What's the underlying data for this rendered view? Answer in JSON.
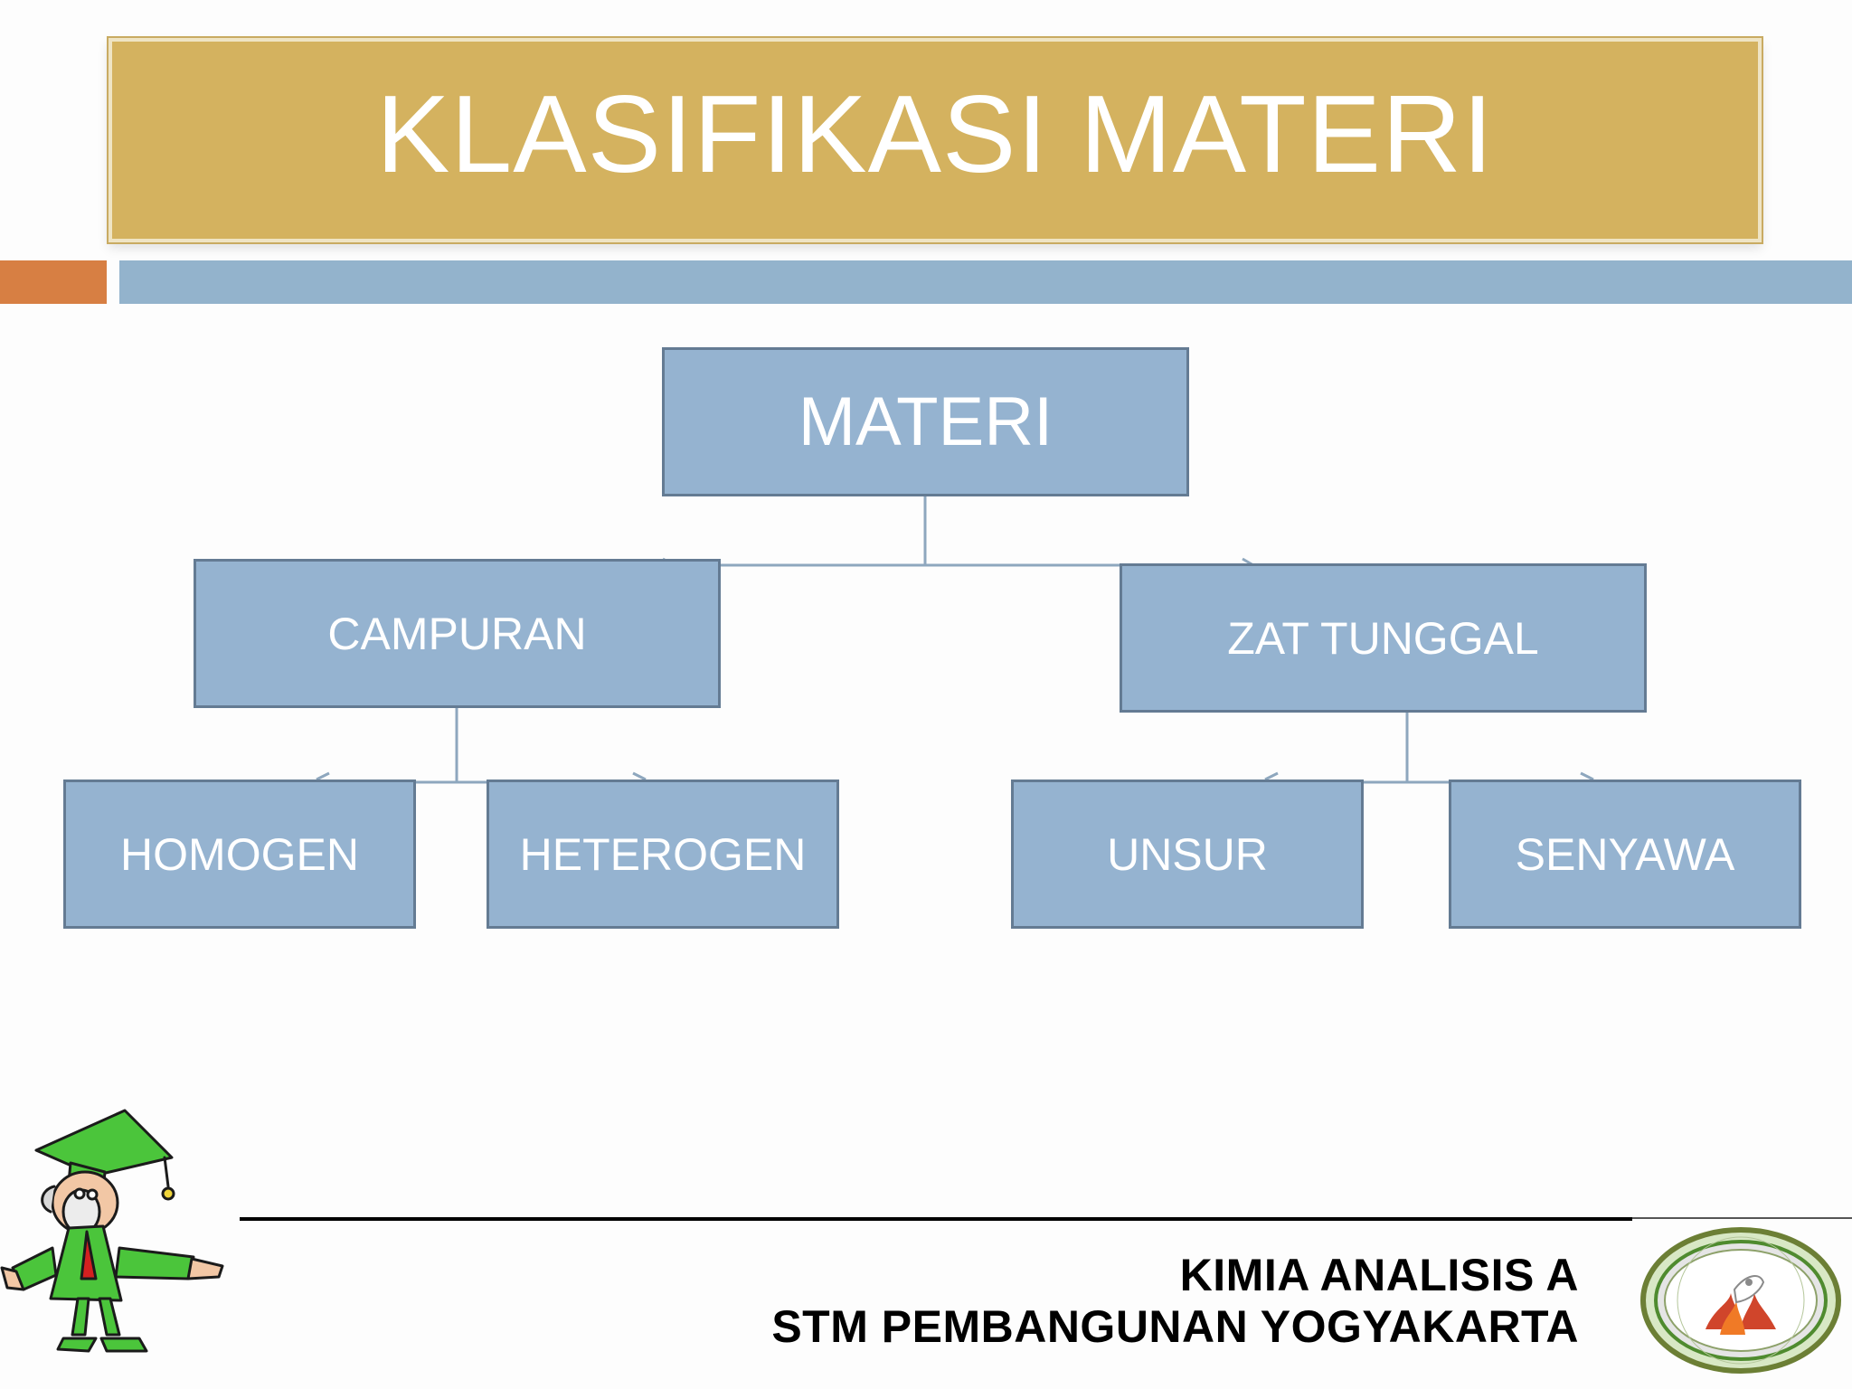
{
  "slide": {
    "title": "KLASIFIKASI MATERI"
  },
  "diagram": {
    "root": "MATERI",
    "branches": [
      {
        "label": "CAMPURAN",
        "children": [
          "HOMOGEN",
          "HETEROGEN"
        ]
      },
      {
        "label": "ZAT TUNGGAL",
        "children": [
          "UNSUR",
          "SENYAWA"
        ]
      }
    ]
  },
  "footer": {
    "line1": "KIMIA ANALISIS A",
    "line2": "STM PEMBANGUNAN YOGYAKARTA",
    "mascot_icon": "graduate-character-icon",
    "logo_icon": "school-emblem-icon"
  },
  "colors": {
    "title_bg": "#d4b25f",
    "accent_orange": "#d77f43",
    "accent_blue": "#93b3cc",
    "node_fill": "#95b3d0",
    "node_border": "#647b93",
    "connector": "#8ea7be"
  }
}
